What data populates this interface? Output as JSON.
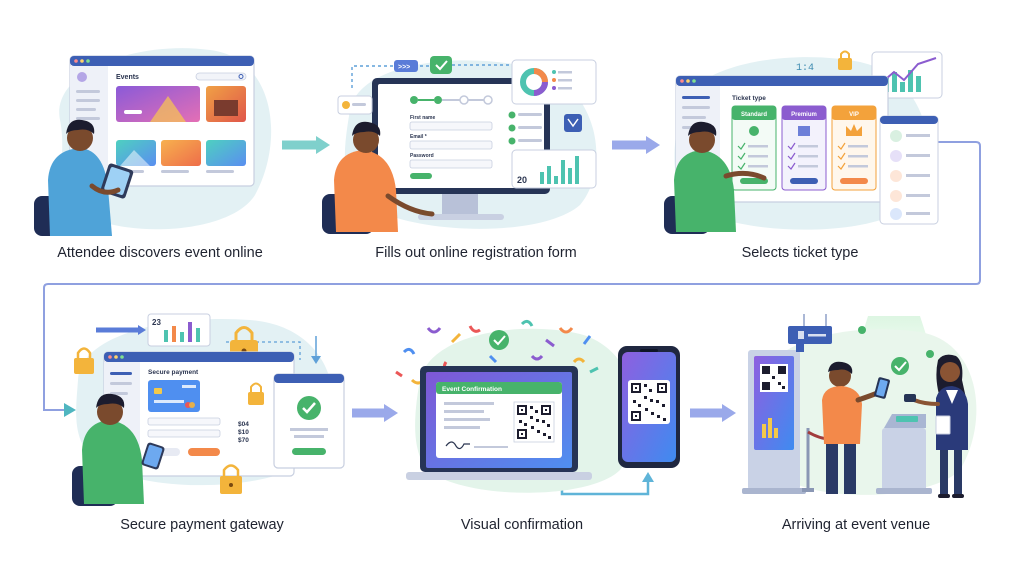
{
  "steps": [
    {
      "caption": "Attendee discovers event online",
      "screen_title": "Events"
    },
    {
      "caption": "Fills out online registration form",
      "fields": [
        "First name",
        "Email *",
        "Password"
      ],
      "stat": "20"
    },
    {
      "caption": "Selects ticket type",
      "screen_title": "Ticket type",
      "tiers": [
        "Standard",
        "Premium",
        "VIP"
      ],
      "chart_label": "1:4"
    },
    {
      "caption": "Secure payment gateway",
      "screen_title": "Secure payment",
      "amounts": [
        "$04",
        "$10",
        "$70"
      ],
      "stat": "23"
    },
    {
      "caption": "Visual confirmation",
      "screen_title": "Event Confirmation"
    },
    {
      "caption": "Arriving at event venue"
    }
  ],
  "colors": {
    "accent_blue": "#3d5fb4",
    "teal": "#4ec3b0",
    "green": "#47b36b",
    "orange": "#f3894a",
    "purple": "#8b5ccf",
    "blob": "#e3f1f4",
    "flow_line": "#8fa0e0"
  },
  "icons": [
    "check-icon",
    "lock-icon",
    "qr-code-icon",
    "bar-chart-icon",
    "donut-chart-icon",
    "credit-card-icon",
    "crown-icon",
    "shield-icon",
    "ribbon-icon",
    "confetti-icon",
    "tablet-icon",
    "phone-icon",
    "kiosk-icon",
    "turnstile-icon"
  ]
}
